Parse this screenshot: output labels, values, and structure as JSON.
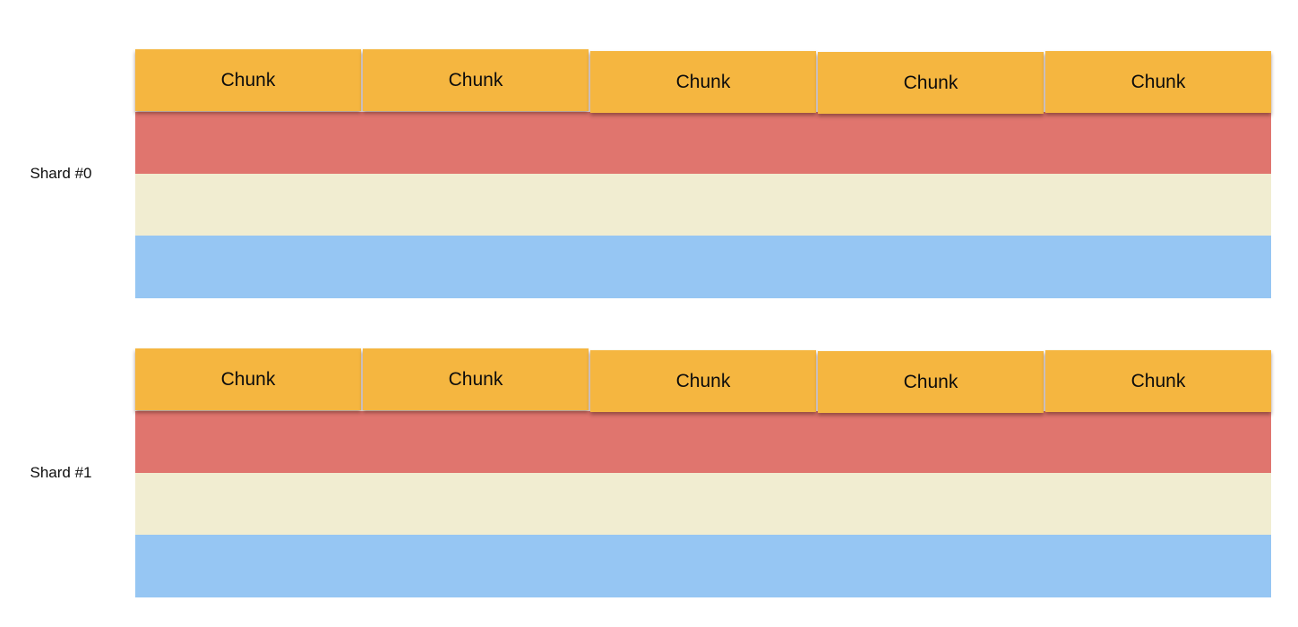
{
  "diagram": {
    "background_color": "#ffffff",
    "chunk_fill_color": "#f5b640",
    "text_color": "#0d0d0d",
    "shards": [
      {
        "label": "Shard #0",
        "chunks": [
          "Chunk",
          "Chunk",
          "Chunk",
          "Chunk",
          "Chunk"
        ],
        "bars": [
          {
            "name": "red-range-bar",
            "color": "#e0756e"
          },
          {
            "name": "cream-range-bar",
            "color": "#f1edd1"
          },
          {
            "name": "blue-range-bar",
            "color": "#96c6f3"
          }
        ]
      },
      {
        "label": "Shard #1",
        "chunks": [
          "Chunk",
          "Chunk",
          "Chunk",
          "Chunk",
          "Chunk"
        ],
        "bars": [
          {
            "name": "red-range-bar",
            "color": "#e0756e"
          },
          {
            "name": "cream-range-bar",
            "color": "#f1edd1"
          },
          {
            "name": "blue-range-bar",
            "color": "#96c6f3"
          }
        ]
      }
    ]
  }
}
